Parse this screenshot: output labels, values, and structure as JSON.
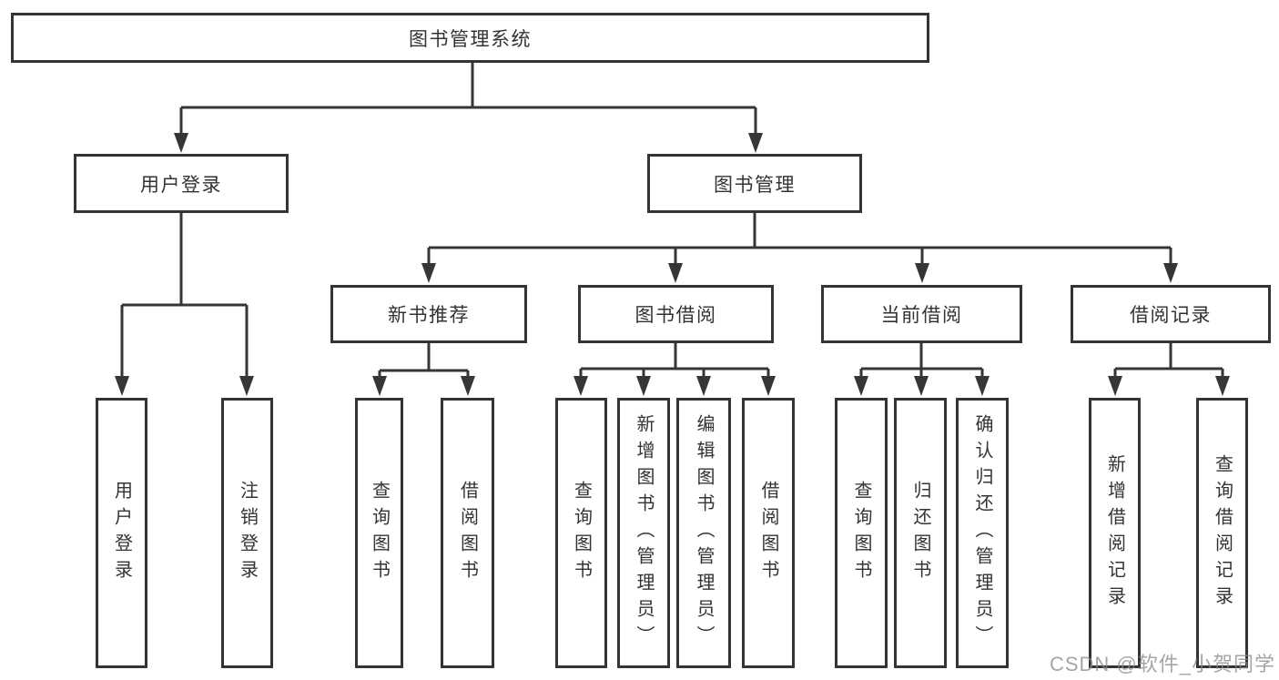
{
  "watermark": "CSDN @软件_小贺同学",
  "colors": {
    "line": "#363636",
    "border": "#343434",
    "text": "#333333",
    "background": "#ffffff",
    "watermark": "#878787"
  },
  "tree": {
    "label": "图书管理系统",
    "children": [
      {
        "label": "用户登录",
        "children": [
          {
            "label": "用户登录"
          },
          {
            "label": "注销登录"
          }
        ]
      },
      {
        "label": "图书管理",
        "children": [
          {
            "label": "新书推荐",
            "children": [
              {
                "label": "查询图书"
              },
              {
                "label": "借阅图书"
              }
            ]
          },
          {
            "label": "图书借阅",
            "children": [
              {
                "label": "查询图书"
              },
              {
                "label": "新增图书（管理员）"
              },
              {
                "label": "编辑图书（管理员）"
              },
              {
                "label": "借阅图书"
              }
            ]
          },
          {
            "label": "当前借阅",
            "children": [
              {
                "label": "查询图书"
              },
              {
                "label": "归还图书"
              },
              {
                "label": "确认归还（管理员）"
              }
            ]
          },
          {
            "label": "借阅记录",
            "children": [
              {
                "label": "新增借阅记录"
              },
              {
                "label": "查询借阅记录"
              }
            ]
          }
        ]
      }
    ]
  }
}
